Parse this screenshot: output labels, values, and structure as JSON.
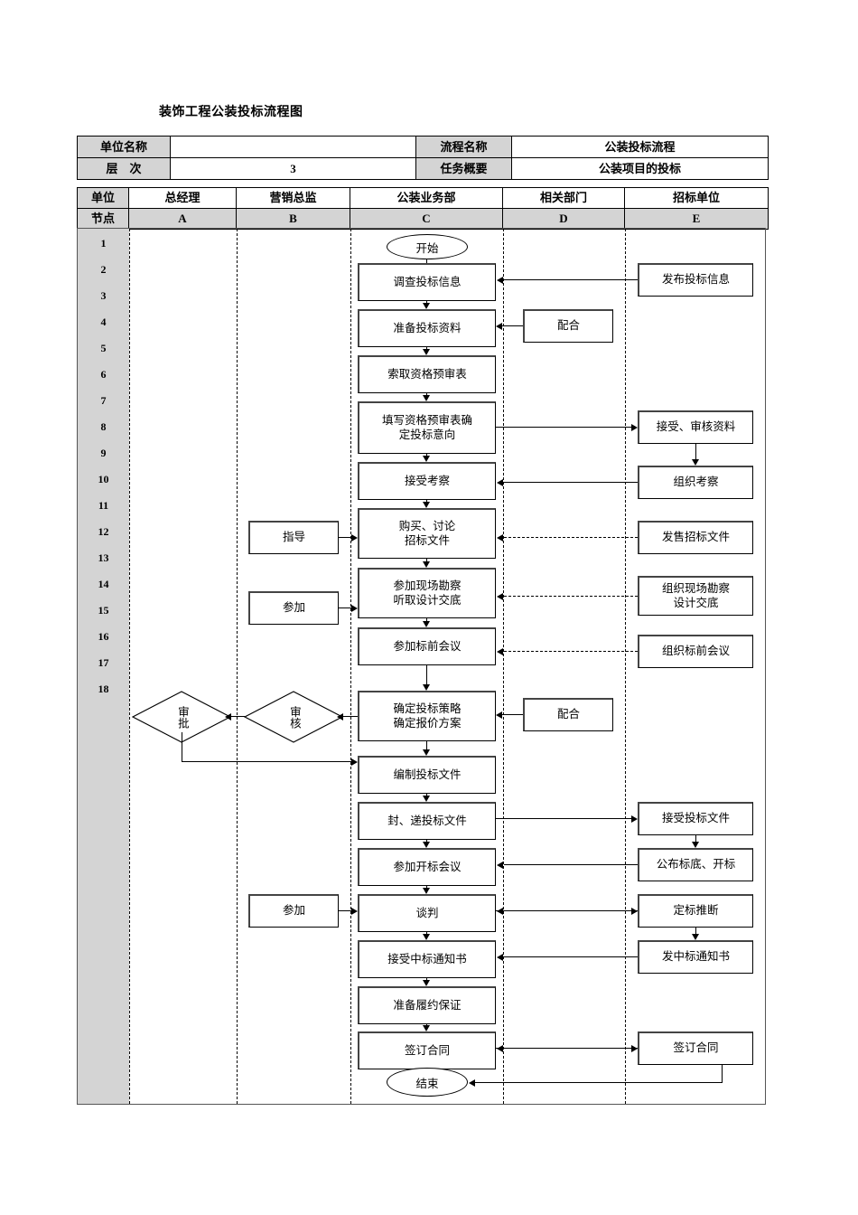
{
  "document": {
    "title": "装饰工程公装投标流程图"
  },
  "header": {
    "rows": [
      {
        "label": "单位名称",
        "value": "",
        "label2": "流程名称",
        "value2": "公装投标流程"
      },
      {
        "label": "层　次",
        "value": "3",
        "label2": "任务概要",
        "value2": "公装项目的投标"
      }
    ]
  },
  "lanes": {
    "unit_label": "单位",
    "node_label": "节点",
    "columns": [
      {
        "unit": "总经理",
        "node": "A"
      },
      {
        "unit": "营销总监",
        "node": "B"
      },
      {
        "unit": "公装业务部",
        "node": "C"
      },
      {
        "unit": "相关部门",
        "node": "D"
      },
      {
        "unit": "招标单位",
        "node": "E"
      }
    ]
  },
  "node_numbers": [
    "1",
    "2",
    "3",
    "4",
    "5",
    "6",
    "7",
    "8",
    "9",
    "10",
    "11",
    "12",
    "13",
    "14",
    "15",
    "16",
    "17",
    "18"
  ],
  "chart_data": {
    "type": "diagram",
    "title": "装饰工程公装投标流程图",
    "shapes": {
      "start": "开始",
      "end": "结束",
      "colC": [
        "调查投标信息",
        "准备投标资料",
        "索取资格预审表",
        "填写资格预审表确\n定投标意向",
        "接受考察",
        "购买、讨论\n招标文件",
        "参加现场勘察\n听取设计交底",
        "参加标前会议",
        "确定投标策略\n确定报价方案",
        "编制投标文件",
        "封、递投标文件",
        "参加开标会议",
        "谈判",
        "接受中标通知书",
        "准备履约保证",
        "签订合同"
      ],
      "colB": [
        "指导",
        "参加",
        "参加"
      ],
      "colB_decision": "审核",
      "colA_decision": "审批",
      "colD": [
        "配合",
        "配合"
      ],
      "colE": [
        "发布投标信息",
        "接受、审核资料",
        "组织考察",
        "发售招标文件",
        "组织现场勘察\n设计交底",
        "组织标前会议",
        "接受投标文件",
        "公布标底、开标",
        "定标推断",
        "发中标通知书",
        "签订合同"
      ]
    }
  },
  "colors": {
    "header_gray": "#d4d4d4",
    "line": "#000000",
    "box_shadow": "#444444"
  }
}
